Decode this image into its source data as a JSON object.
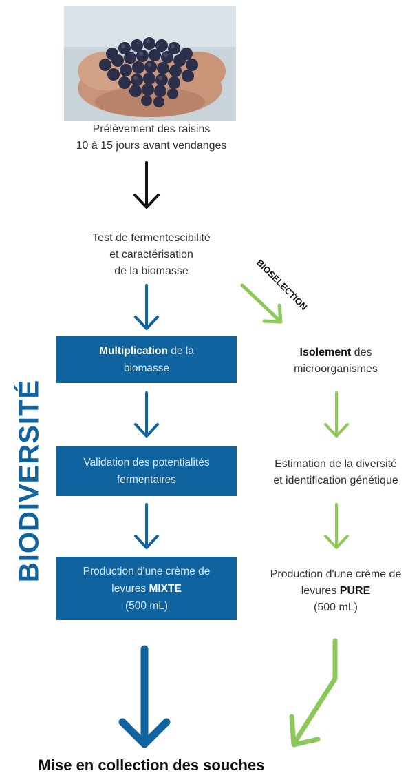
{
  "photo_caption": {
    "line1": "Prélèvement des raisins",
    "line2": "10 à 15 jours avant vendanges"
  },
  "test": {
    "line1": "Test de fermentescibilité",
    "line2": "et caractérisation",
    "line3": "de la biomasse"
  },
  "bioselection_label": "BIOSÉLECTION",
  "vertical_label": "BIODIVERSITÉ",
  "left_column": {
    "box1": {
      "bold": "Multiplication",
      "rest": " de la",
      "line2": "biomasse"
    },
    "box2": {
      "line1": "Validation des potentialités",
      "line2": "fermentaires"
    },
    "box3": {
      "line1": "Production d'une crème de",
      "pre": "levures ",
      "bold": "MIXTE",
      "line3": "(500 mL)"
    }
  },
  "right_column": {
    "item1": {
      "bold": "Isolement",
      "rest": " des",
      "line2": "microorganismes"
    },
    "item2": {
      "line1": "Estimation de la diversité",
      "line2": "et identification génétique"
    },
    "item3": {
      "line1": "Production d'une crème de",
      "pre": "levures ",
      "bold": "PURE",
      "line3": "(500 mL)"
    }
  },
  "final_label": "Mise en collection des souches",
  "colors": {
    "blue": "#0f639f",
    "green": "#8cc759",
    "black": "#111111"
  },
  "icons": [
    "grapes-photo",
    "arrow-down-icon"
  ]
}
